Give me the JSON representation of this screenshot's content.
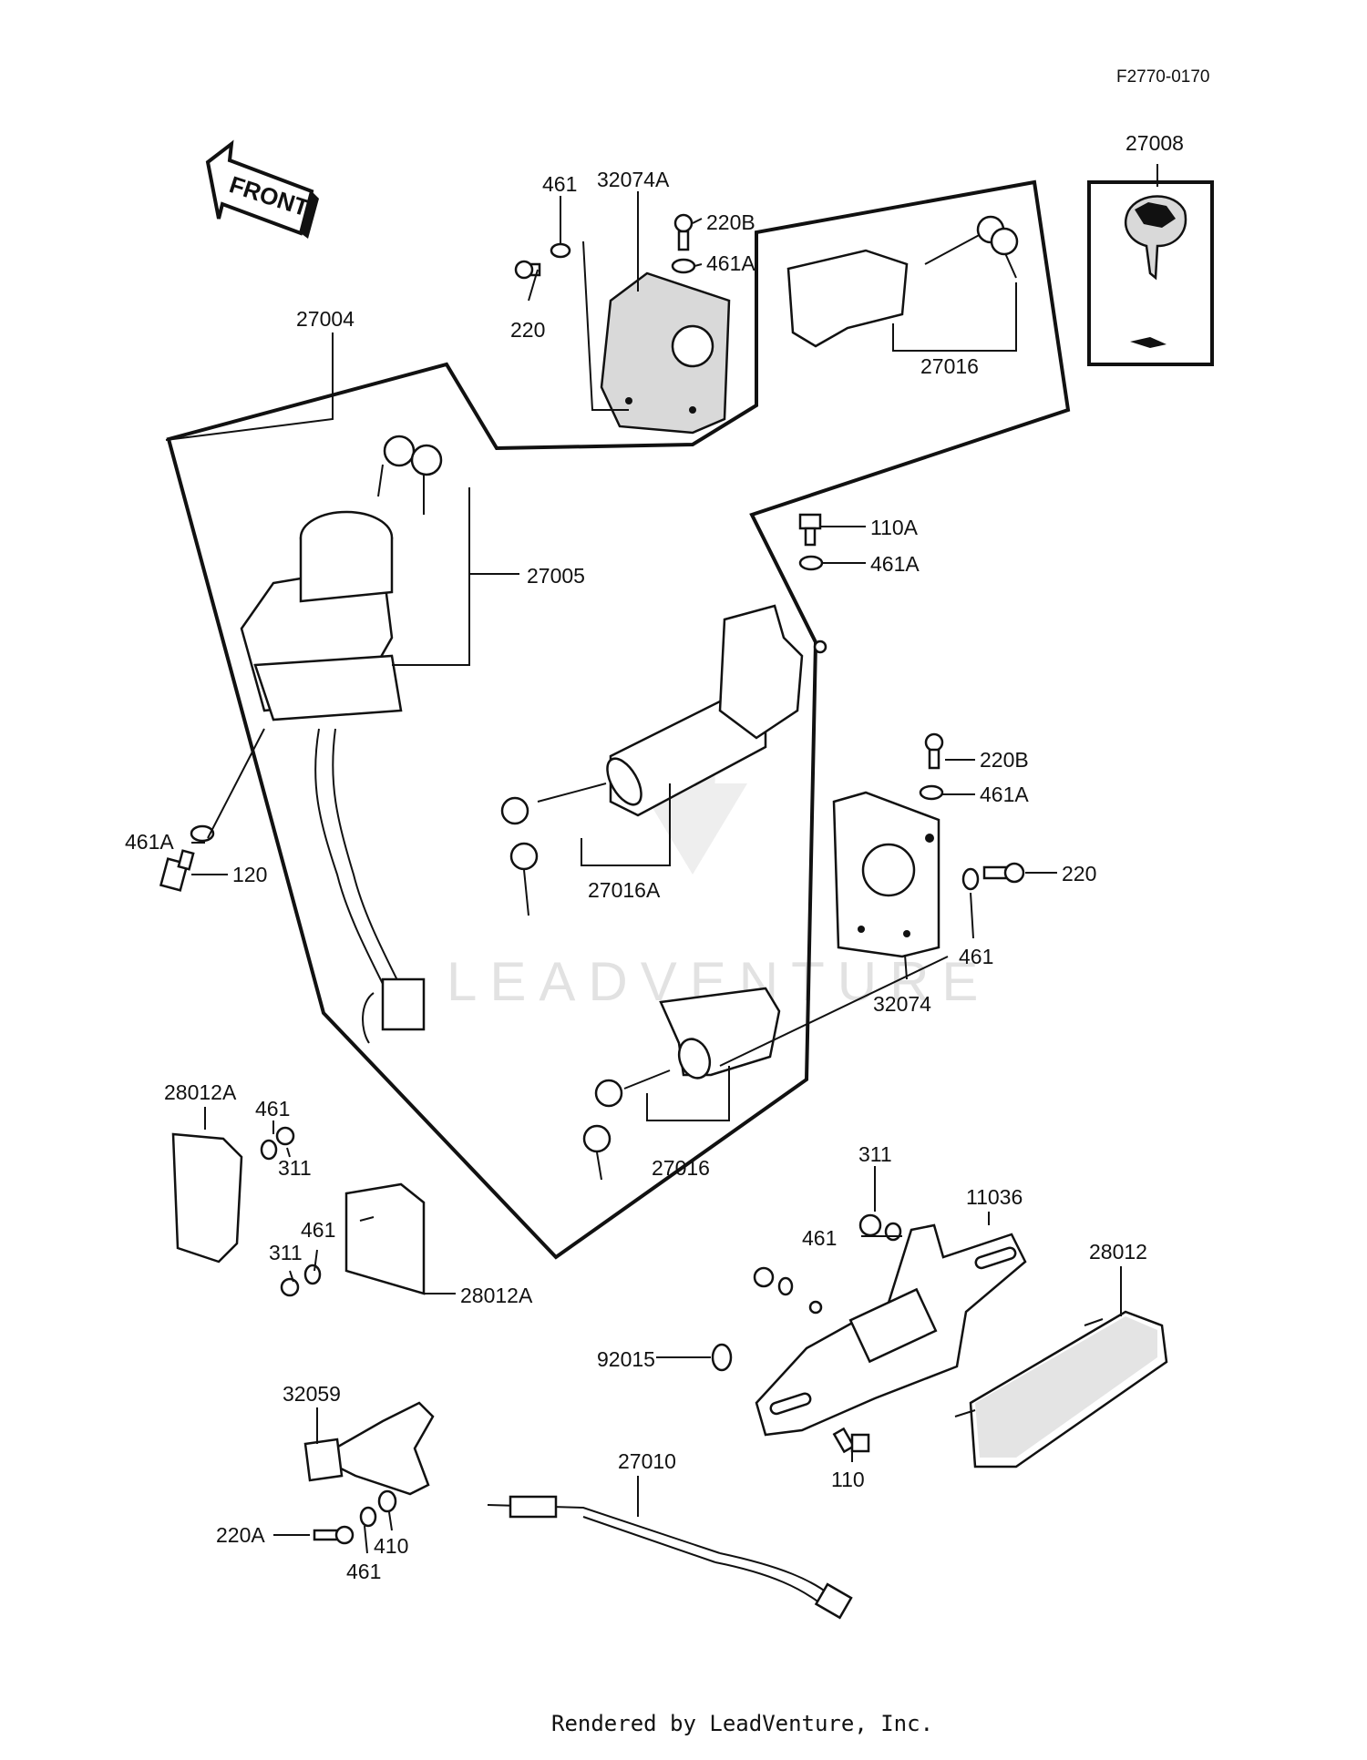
{
  "drawing_number": "F2770-0170",
  "front_label": "FRONT",
  "watermark": "LEADVENTURE",
  "footer": "Rendered by LeadVenture, Inc.",
  "callouts": [
    {
      "label": "27008"
    },
    {
      "label": "461"
    },
    {
      "label": "32074A"
    },
    {
      "label": "220B"
    },
    {
      "label": "461A"
    },
    {
      "label": "220"
    },
    {
      "label": "27016"
    },
    {
      "label": "27004"
    },
    {
      "label": "27005"
    },
    {
      "label": "110A"
    },
    {
      "label": "461A"
    },
    {
      "label": "461A"
    },
    {
      "label": "120"
    },
    {
      "label": "27016A"
    },
    {
      "label": "220B"
    },
    {
      "label": "461A"
    },
    {
      "label": "220"
    },
    {
      "label": "461"
    },
    {
      "label": "32074"
    },
    {
      "label": "28012A"
    },
    {
      "label": "461"
    },
    {
      "label": "311"
    },
    {
      "label": "461"
    },
    {
      "label": "311"
    },
    {
      "label": "28012A"
    },
    {
      "label": "27016"
    },
    {
      "label": "311"
    },
    {
      "label": "11036"
    },
    {
      "label": "461"
    },
    {
      "label": "28012"
    },
    {
      "label": "92015"
    },
    {
      "label": "110"
    },
    {
      "label": "32059"
    },
    {
      "label": "27010"
    },
    {
      "label": "220A"
    },
    {
      "label": "410"
    },
    {
      "label": "461"
    }
  ]
}
